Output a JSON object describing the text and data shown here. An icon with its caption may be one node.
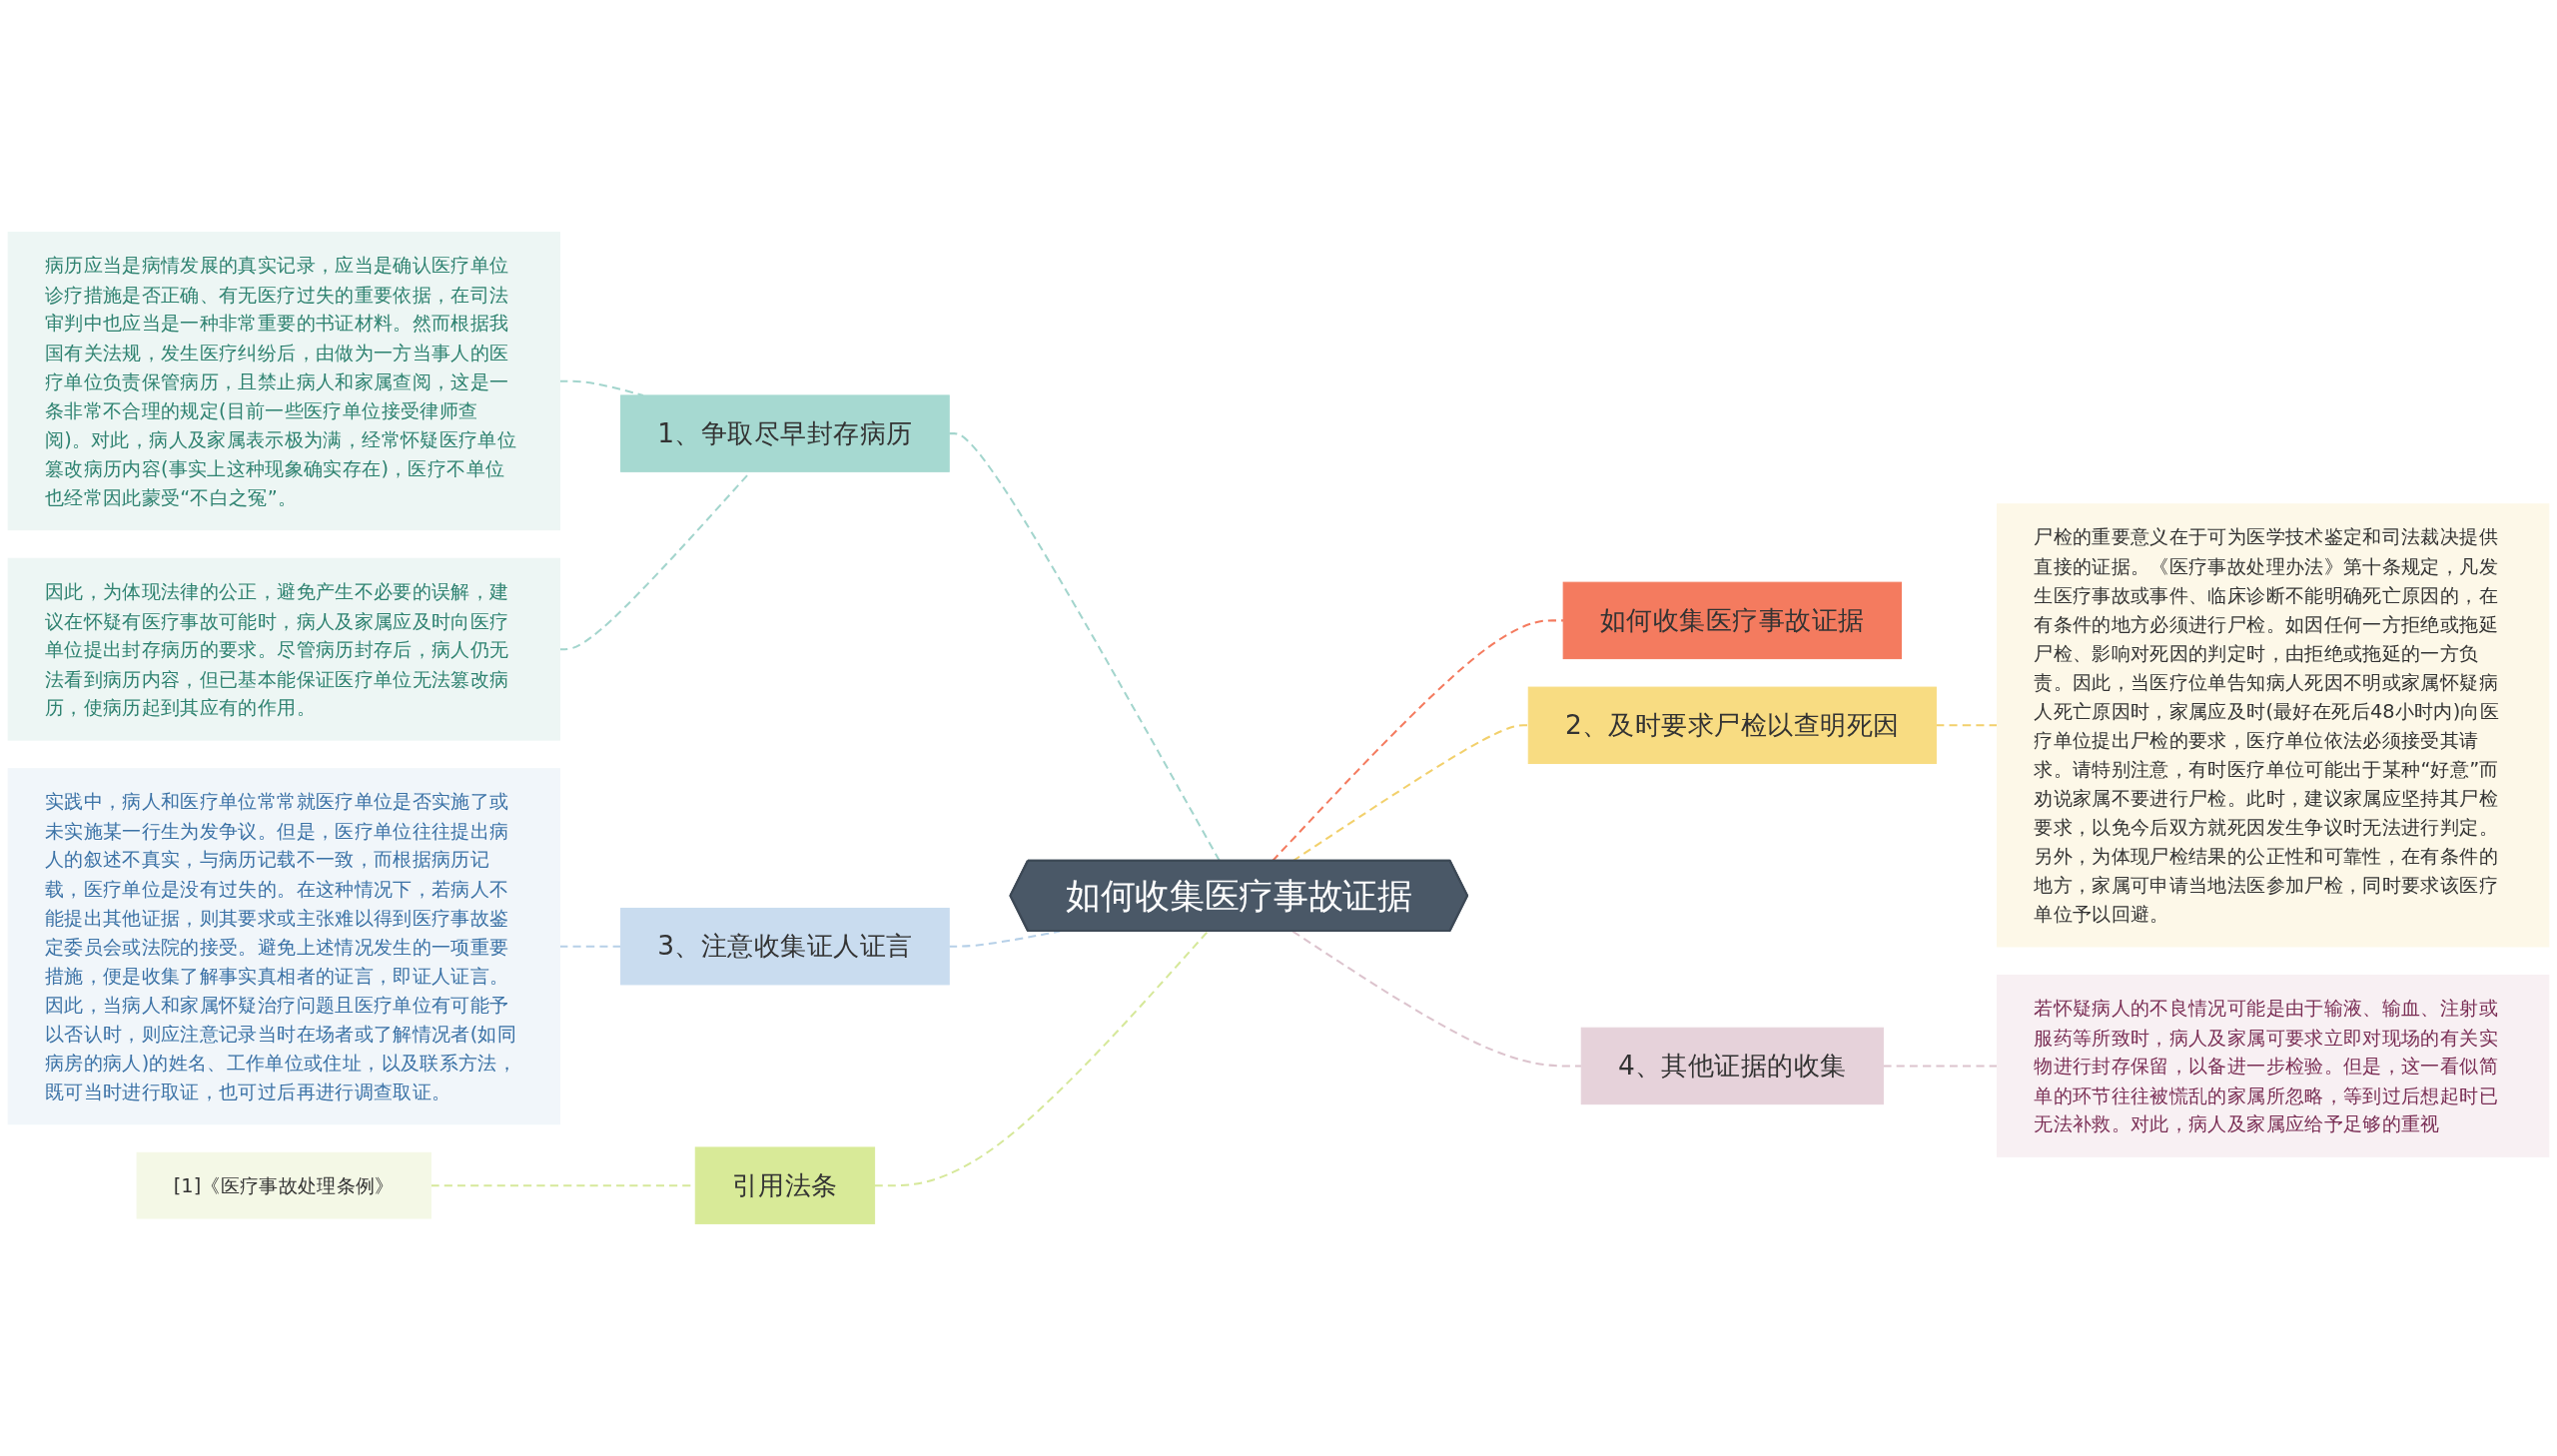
{
  "diagram": {
    "nodes": [
      {
        "text": [
          "如何收集医疗事故证据"
        ]
      },
      {
        "text": [
          "1、争取尽早封存病历"
        ]
      },
      {
        "text": [
          "病历应当是病情发展的真实记录，应当是确认医疗单位诊疗措施是否正确、有无医疗过失的重要依据，在司法审判中也应当是一种非常重要的书证材料。然而根据我国有关法规，发生医疗纠纷后，由做为一方当事人的医疗单位负责保管病历，且禁止病人和家属查阅，这是一条非常不合理的规定(目前一些医疗单位接受律师查阅)。对此，病人及家属表示极为满，经常怀疑医疗单位篡改病历内容(事实上这种现象确实存在)，医疗不单位也经常因此蒙受“不白之冤”。"
        ]
      },
      {
        "text": [
          "因此，为体现法律的公正，避免产生不必要的误解，建议在怀疑有医疗事故可能时，病人及家属应及时向医疗单位提出封存病历的要求。尽管病历封存后，病人仍无法看到病历内容，但已基本能保证医疗单位无法篡改病历，使病历起到其应有的作用。"
        ]
      },
      {
        "text": [
          "3、注意收集证人证言"
        ]
      },
      {
        "text": [
          "实践中，病人和医疗单位常常就医疗单位是否实施了或未实施某一行生为发争议。但是，医疗单位往往提出病人的叙述不真实，与病历记载不一致，而根据病历记载，医疗单位是没有过失的。在这种情况下，若病人不能提出其他证据，则其要求或主张难以得到医疗事故鉴定委员会或法院的接受。避免上述情况发生的一项重要措施，便是收集了解事实真相者的证言，即证人证言。因此，当病人和家属怀疑治疗问题且医疗单位有可能予以否认时，则应注意记录当时在场者或了解情况者(如同病房的病人)的姓名、工作单位或住址，以及联系方法，既可当时进行取证，也可过后再进行调查取证。"
        ]
      },
      {
        "text": [
          "引用法条"
        ]
      },
      {
        "text": [
          "[1]《医疗事故处理条例》"
        ]
      },
      {
        "text": [
          "如何收集医疗事故证据"
        ]
      },
      {
        "text": [
          "2、及时要求尸检以查明死因"
        ]
      },
      {
        "text": [
          "尸检的重要意义在于可为医学技术鉴定和司法裁决提供直接的证据。《医疗事故处理办法》第十条规定，凡发生医疗事故或事件、临床诊断不能明确死亡原因的，在有条件的地方必须进行尸检。如因任何一方拒绝或拖延尸检、影响对死因的判定时，由拒绝或拖延的一方负责。因此，当医疗位单告知病人死因不明或家属怀疑病人死亡原因时，家属应及时(最好在死后48小时内)向医疗单位提出尸检的要求，医疗单位依法必须接受其请求。请特别注意，有时医疗单位可能出于某种“好意”而劝说家属不要进行尸检。此时，建议家属应坚持其尸检要求，以免今后双方就死因发生争议时无法进行判定。另外，为体现尸检结果的公正性和可靠性，在有条件的地方，家属可申请当地法医参加尸检，同时要求该医疗单位予以回避。"
        ]
      },
      {
        "text": [
          "4、其他证据的收集"
        ]
      },
      {
        "text": [
          "若怀疑病人的不良情况可能是由于输液、输血、注射或服药等所致时，病人及家属可要求立即对现场的有关实物进行封存保留，以备进一步检验。但是，这一看似简单的环节往往被慌乱的家属所忽略，等到过后想起时已无法补救。对此，病人及家属应给予足够的重视"
        ]
      }
    ],
    "edges": [
      {
        "from": 2,
        "to": 1,
        "arrow": "none",
        "style": "dashed",
        "color": "#a3d5cd"
      },
      {
        "from": 3,
        "to": 1,
        "arrow": "none",
        "style": "dashed",
        "color": "#a3d5cd"
      },
      {
        "from": 1,
        "to": 0,
        "arrow": "none",
        "style": "dashed",
        "color": "#a3d5cd"
      },
      {
        "from": 5,
        "to": 4,
        "arrow": "none",
        "style": "dashed",
        "color": "#b6d0e8"
      },
      {
        "from": 4,
        "to": 0,
        "arrow": "none",
        "style": "dashed",
        "color": "#b6d0e8"
      },
      {
        "from": 7,
        "to": 6,
        "arrow": "none",
        "style": "dashed",
        "color": "#d6e89a"
      },
      {
        "from": 6,
        "to": 0,
        "arrow": "none",
        "style": "dashed",
        "color": "#d6e89a"
      },
      {
        "from": 0,
        "to": 8,
        "arrow": "none",
        "style": "dashed",
        "color": "#f47b5f"
      },
      {
        "from": 0,
        "to": 9,
        "arrow": "none",
        "style": "dashed",
        "color": "#f2d06c"
      },
      {
        "from": 9,
        "to": 10,
        "arrow": "none",
        "style": "dashed",
        "color": "#f2d06c"
      },
      {
        "from": 0,
        "to": 11,
        "arrow": "none",
        "style": "dashed",
        "color": "#dcc3cd"
      },
      {
        "from": 11,
        "to": 12,
        "arrow": "none",
        "style": "dashed",
        "color": "#dcc3cd"
      }
    ]
  }
}
